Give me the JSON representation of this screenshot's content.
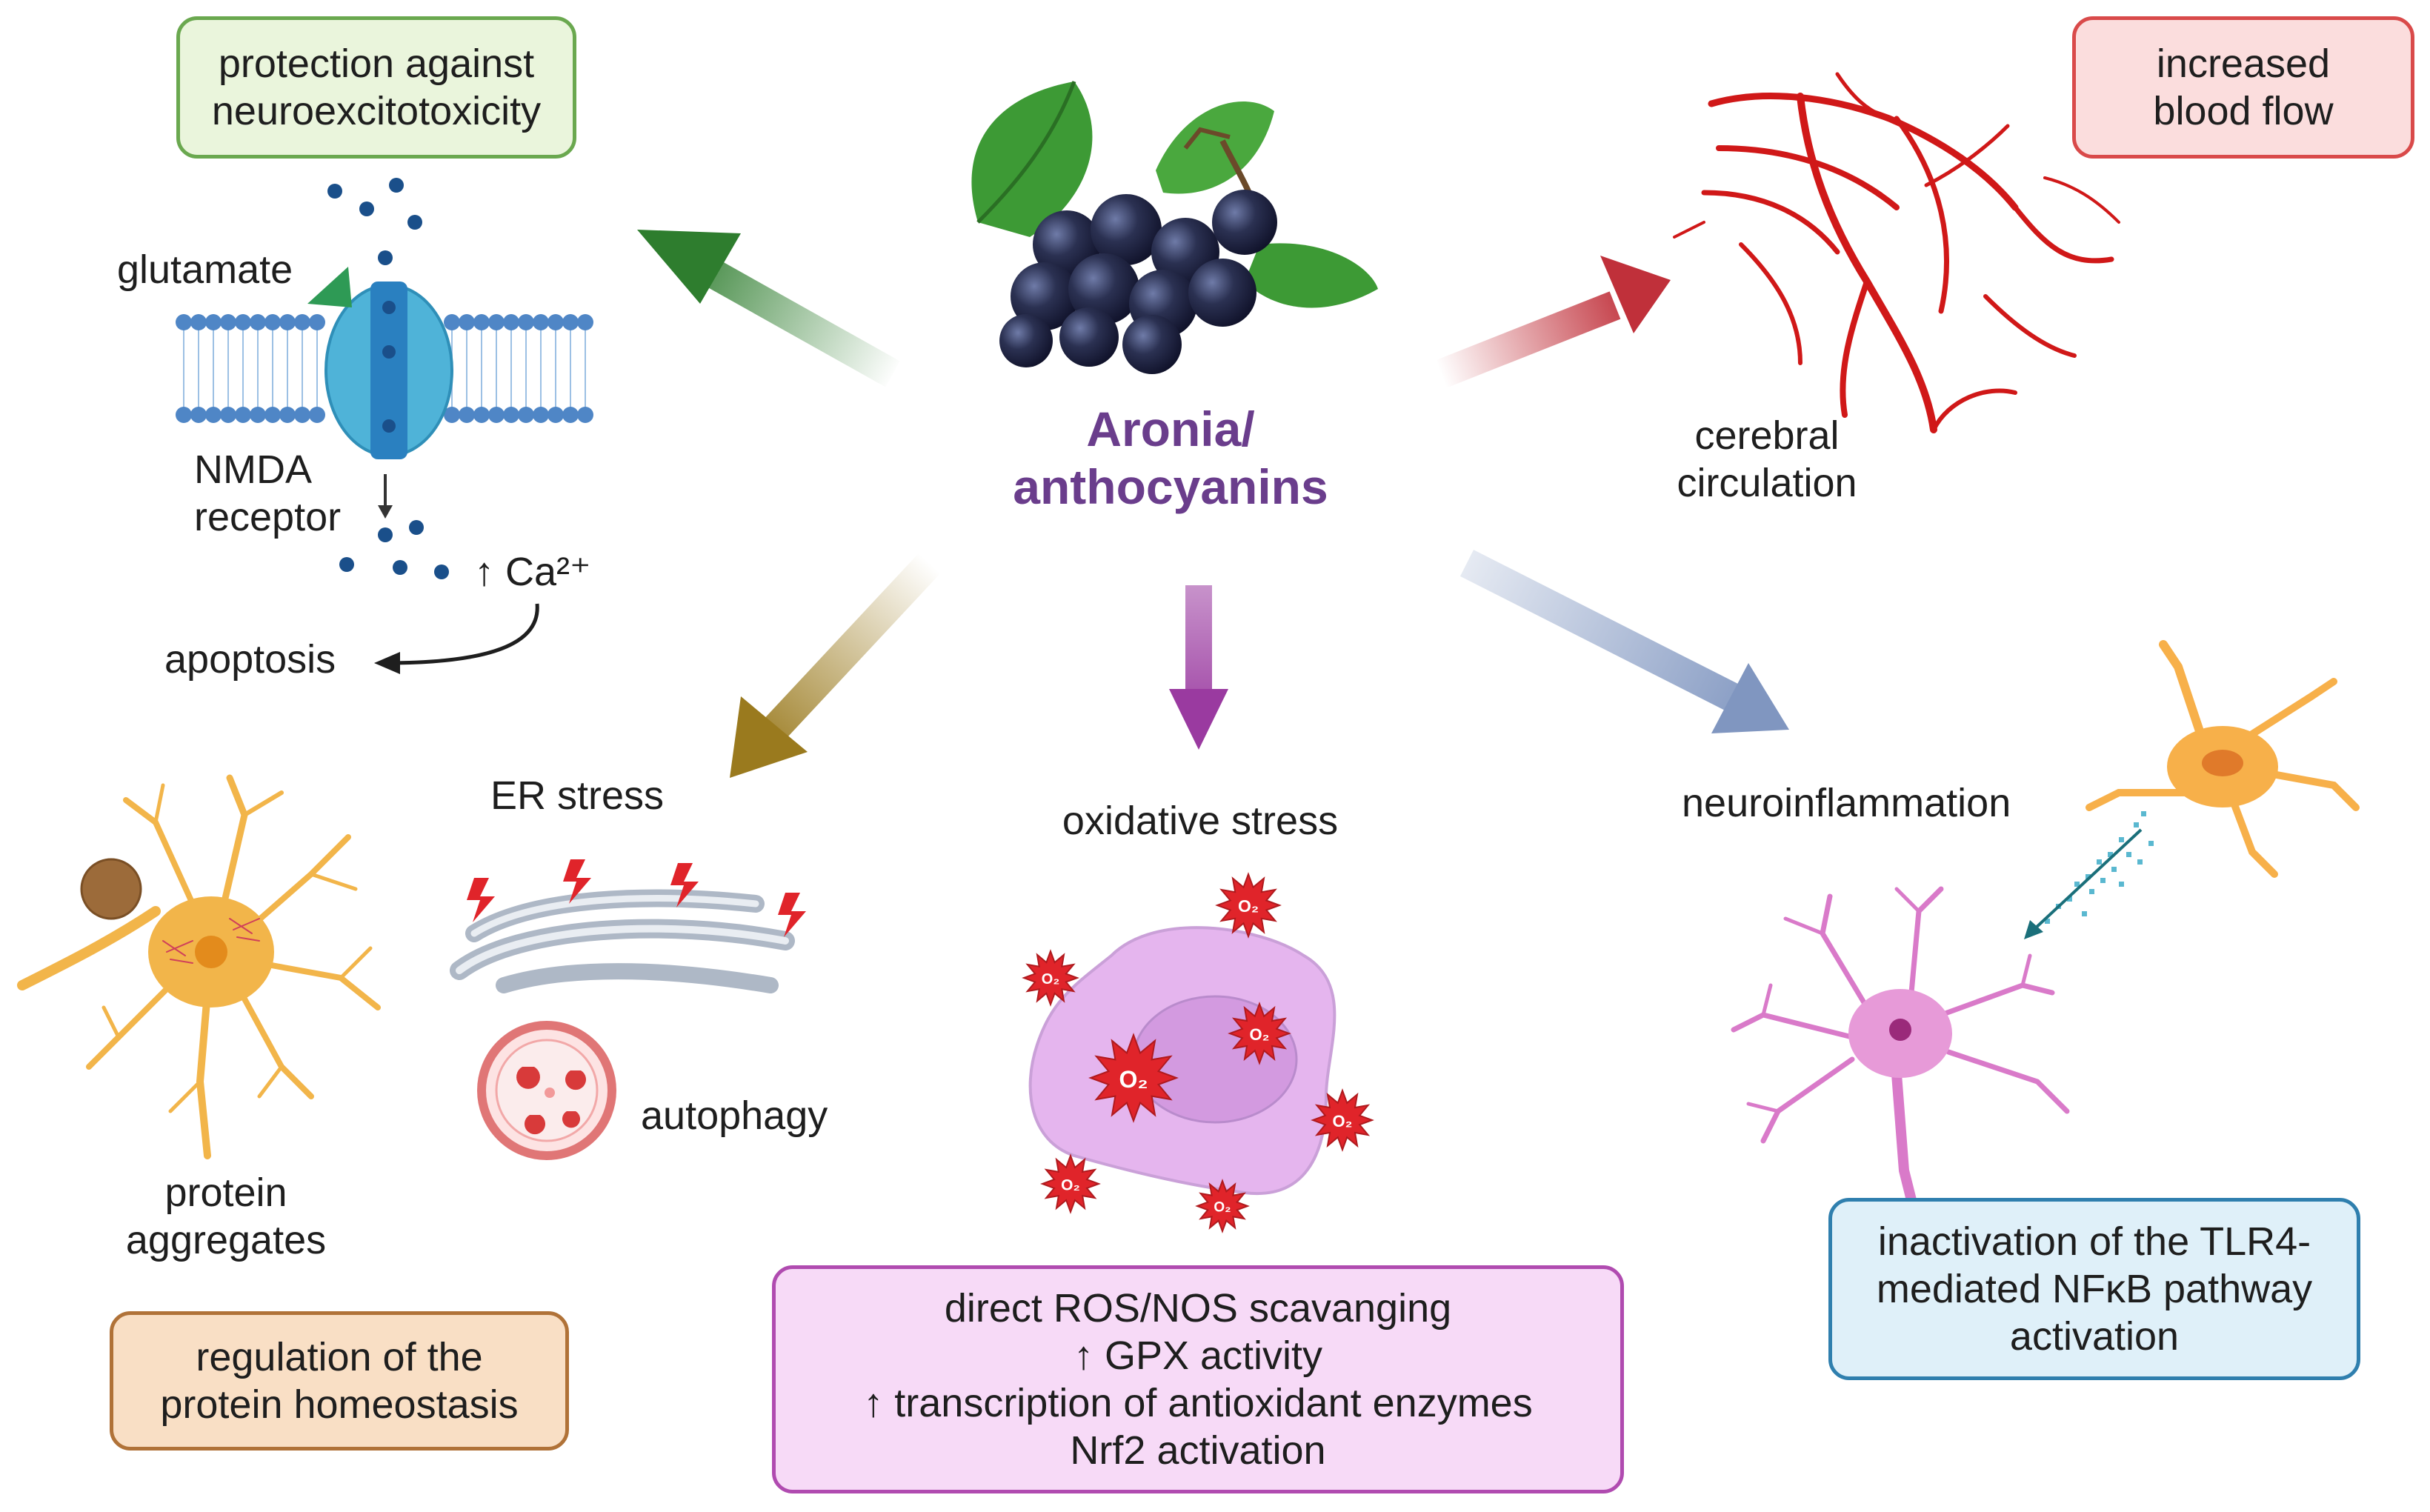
{
  "center": {
    "title_line1": "Aronia/",
    "title_line2": "anthocyanins"
  },
  "boxes": {
    "neuro": {
      "line1": "protection against",
      "line2": "neuroexcitotoxicity",
      "fill": "#eaf5dc",
      "stroke": "#6aa84f"
    },
    "blood": {
      "line1": "increased",
      "line2": "blood flow",
      "fill": "#fbdddd",
      "stroke": "#d94a4a"
    },
    "protein": {
      "line1": "regulation of the",
      "line2": "protein homeostasis",
      "fill": "#f9dfc5",
      "stroke": "#b07238"
    },
    "oxidative": {
      "line1": "direct ROS/NOS scavanging",
      "line2": "↑ GPX activity",
      "line3": "↑ transcription of antioxidant enzymes",
      "line4": "Nrf2 activation",
      "fill": "#f7daf7",
      "stroke": "#b04bb0"
    },
    "tlr4": {
      "line1": "inactivation of the TLR4-",
      "line2": "mediated NFκB pathway",
      "line3": "activation",
      "fill": "#dff0f9",
      "stroke": "#2f7fae"
    }
  },
  "labels": {
    "glutamate": "glutamate",
    "nmda_line1": "NMDA",
    "nmda_line2": "receptor",
    "calcium": "↑ Ca²⁺",
    "apoptosis": "apoptosis",
    "er_stress": "ER stress",
    "autophagy": "autophagy",
    "protein_aggregates_line1": "protein",
    "protein_aggregates_line2": "aggregates",
    "oxidative_stress": "oxidative stress",
    "cerebral_line1": "cerebral",
    "cerebral_line2": "circulation",
    "neuroinflammation": "neuroinflammation",
    "radical": "O₂"
  },
  "colors": {
    "arrow_neuro": "#2e7d2e",
    "arrow_blood": "#c0303a",
    "arrow_protein": "#9a7a1e",
    "arrow_oxidative": "#9a3aa0",
    "arrow_inflammation": "#8096c0",
    "vessel": "#d01818",
    "berry": "#1f2440",
    "leaf": "#3d9a35",
    "membrane": "#4f86c6",
    "neuron": "#f2b54a",
    "microglia": "#d97ac9",
    "astrocyte": "#f7b04a",
    "cell_purple": "#e5b5ee",
    "radical": "#e0242a",
    "er": "#aeb8c6"
  }
}
